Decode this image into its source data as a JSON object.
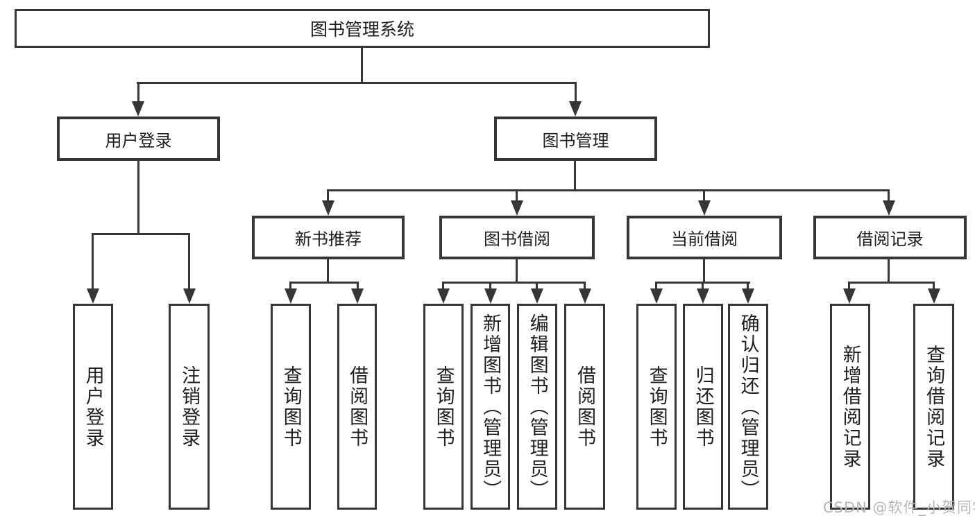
{
  "diagram": {
    "type": "hierarchy-tree",
    "root": {
      "label": "图书管理系统"
    },
    "level2": [
      {
        "label": "用户登录",
        "parent": "图书管理系统"
      },
      {
        "label": "图书管理",
        "parent": "图书管理系统"
      }
    ],
    "level3": [
      {
        "label": "新书推荐",
        "parent": "图书管理"
      },
      {
        "label": "图书借阅",
        "parent": "图书管理"
      },
      {
        "label": "当前借阅",
        "parent": "图书管理"
      },
      {
        "label": "借阅记录",
        "parent": "图书管理"
      }
    ],
    "leaves": [
      {
        "label": "用户登录",
        "parent": "用户登录"
      },
      {
        "label": "注销登录",
        "parent": "用户登录"
      },
      {
        "label": "查询图书",
        "parent": "新书推荐"
      },
      {
        "label": "借阅图书",
        "parent": "新书推荐"
      },
      {
        "label": "查询图书",
        "parent": "图书借阅"
      },
      {
        "label": "新增图书（管理员）",
        "parent": "图书借阅"
      },
      {
        "label": "编辑图书（管理员）",
        "parent": "图书借阅"
      },
      {
        "label": "借阅图书",
        "parent": "图书借阅"
      },
      {
        "label": "查询图书",
        "parent": "当前借阅"
      },
      {
        "label": "归还图书",
        "parent": "当前借阅"
      },
      {
        "label": "确认归还（管理员）",
        "parent": "当前借阅"
      },
      {
        "label": "新增借阅记录",
        "parent": "借阅记录"
      },
      {
        "label": "查询借阅记录",
        "parent": "借阅记录"
      }
    ]
  },
  "watermark": "CSDN @软件_小贺同学",
  "colors": {
    "line": "#363636",
    "text": "#1f1f1f",
    "watermark": "#b3b6bb",
    "background": "#ffffff"
  }
}
